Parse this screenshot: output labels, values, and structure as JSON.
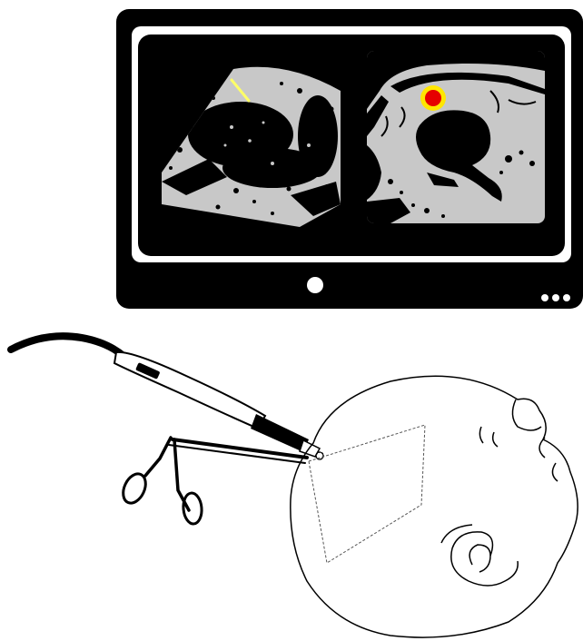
{
  "monitor": {
    "left_panel": "ultrasound-sector-image",
    "right_panel": "mri-sagittal-brain-slice",
    "target_marker_colors": {
      "fill": "#e60000",
      "ring": "#ffe600"
    },
    "needle_line_color": "#ffff66",
    "home_button": "circle-button-icon",
    "menu_dots": "more-dots-icon"
  },
  "instruments": {
    "probe": "ultrasound-probe-icon",
    "clamp": "surgical-clamp-icon"
  },
  "patient": "head-outline-drawing",
  "colors": {
    "frame": "#000000",
    "screen_bezel": "#ffffff",
    "tissue": "#c8c8c8",
    "background": "#ffffff"
  }
}
